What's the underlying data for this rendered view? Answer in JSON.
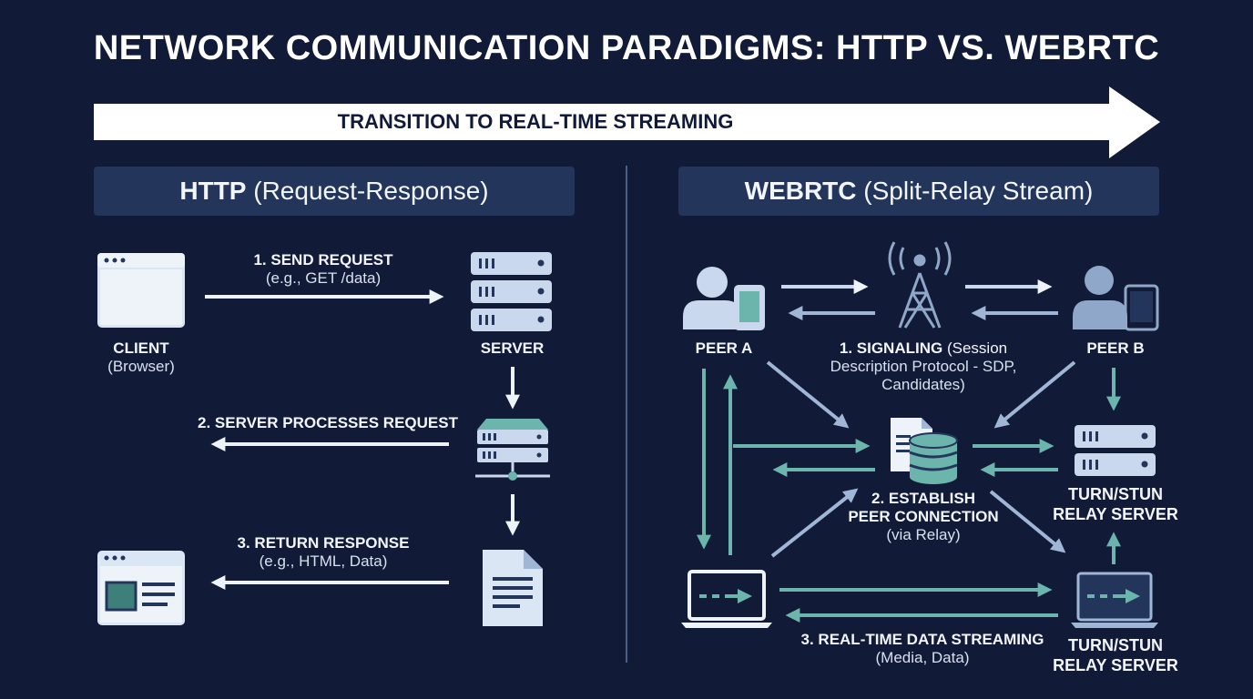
{
  "title": "NETWORK COMMUNICATION PARADIGMS: HTTP VS. WEBRTC",
  "banner": "TRANSITION TO REAL-TIME STREAMING",
  "http": {
    "header_bold": "HTTP",
    "header_rest": " (Request-Response)",
    "client_label": "CLIENT",
    "client_sub": "(Browser)",
    "server_label": "SERVER",
    "step1_title": "1. SEND REQUEST",
    "step1_sub": "(e.g., GET /data)",
    "step2_title": "2. SERVER PROCESSES REQUEST",
    "step3_title": "3. RETURN RESPONSE",
    "step3_sub": "(e.g., HTML, Data)"
  },
  "webrtc": {
    "header_bold": "WEBRTC",
    "header_rest": " (Split-Relay Stream)",
    "peer_a": "PEER A",
    "peer_b": "PEER B",
    "signaling_bold": "1. SIGNALING",
    "signaling_rest": " (Session",
    "signaling_line2": "Description Protocol - SDP,",
    "signaling_line3": "Candidates)",
    "establish_line1": "2. ESTABLISH",
    "establish_line2": "PEER CONNECTION",
    "establish_sub": "(via Relay)",
    "relay_top_line1": "TURN/STUN",
    "relay_top_line2": "RELAY SERVER",
    "relay_bottom_line1": "TURN/STUN",
    "relay_bottom_line2": "RELAY SERVER",
    "streaming_title": "3. REAL-TIME DATA STREAMING",
    "streaming_sub": "(Media, Data)"
  },
  "colors": {
    "background": "#111a36",
    "panel": "#23355a",
    "light": "#eef2f9",
    "icon_light": "#c9d8ec",
    "icon_mid": "#8fa8c9",
    "teal": "#6bb5ac",
    "teal_dark": "#3f7f7a",
    "blue_arrow": "#9fb6d6"
  }
}
